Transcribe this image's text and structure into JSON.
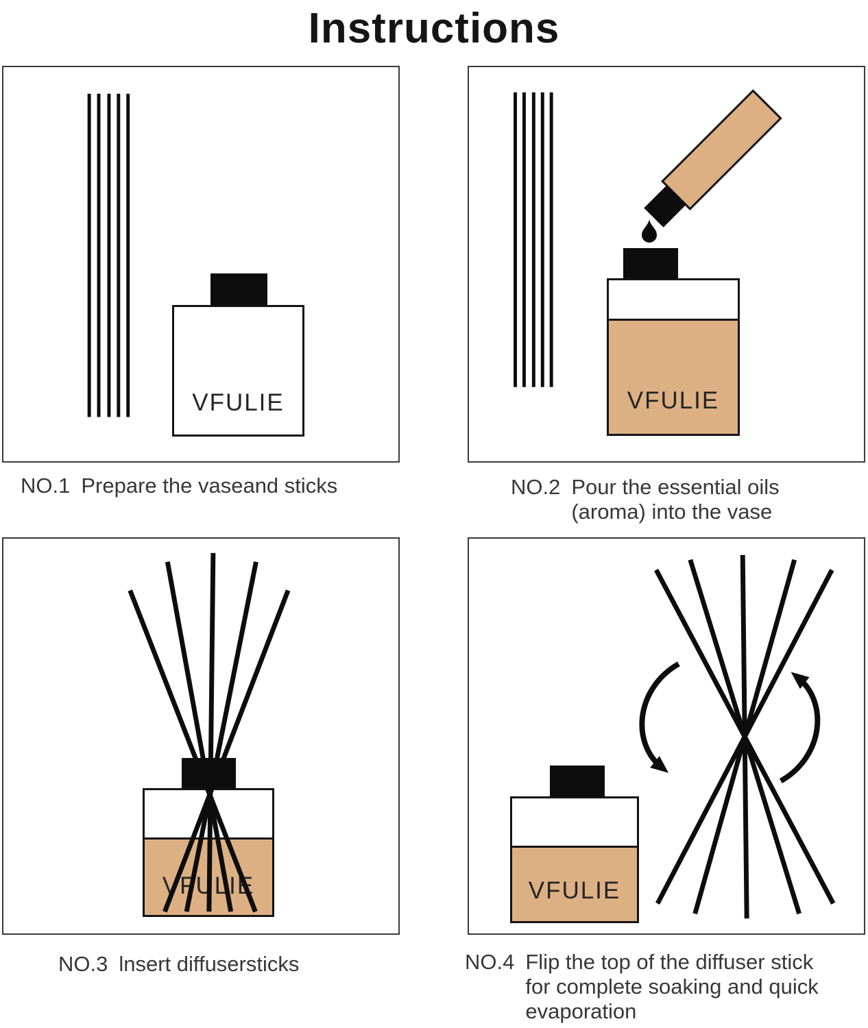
{
  "title": "Instructions",
  "brand": "VFULIE",
  "colors": {
    "oil_tan": "#ddb084",
    "ink": "#0d0d0d",
    "caption_text": "#373737",
    "panel_border": "#3a3a3a"
  },
  "panels": [
    {
      "id": "NO.1",
      "caption_lines": [
        "Prepare the vaseand sticks"
      ]
    },
    {
      "id": "NO.2",
      "caption_lines": [
        "Pour the essential oils",
        "(aroma) into the vase"
      ]
    },
    {
      "id": "NO.3",
      "caption_lines": [
        "lnsert diffusersticks"
      ]
    },
    {
      "id": "NO.4",
      "caption_lines": [
        "Flip the top of the diffuser stick",
        "for complete soaking and quick",
        "evaporation"
      ]
    }
  ]
}
